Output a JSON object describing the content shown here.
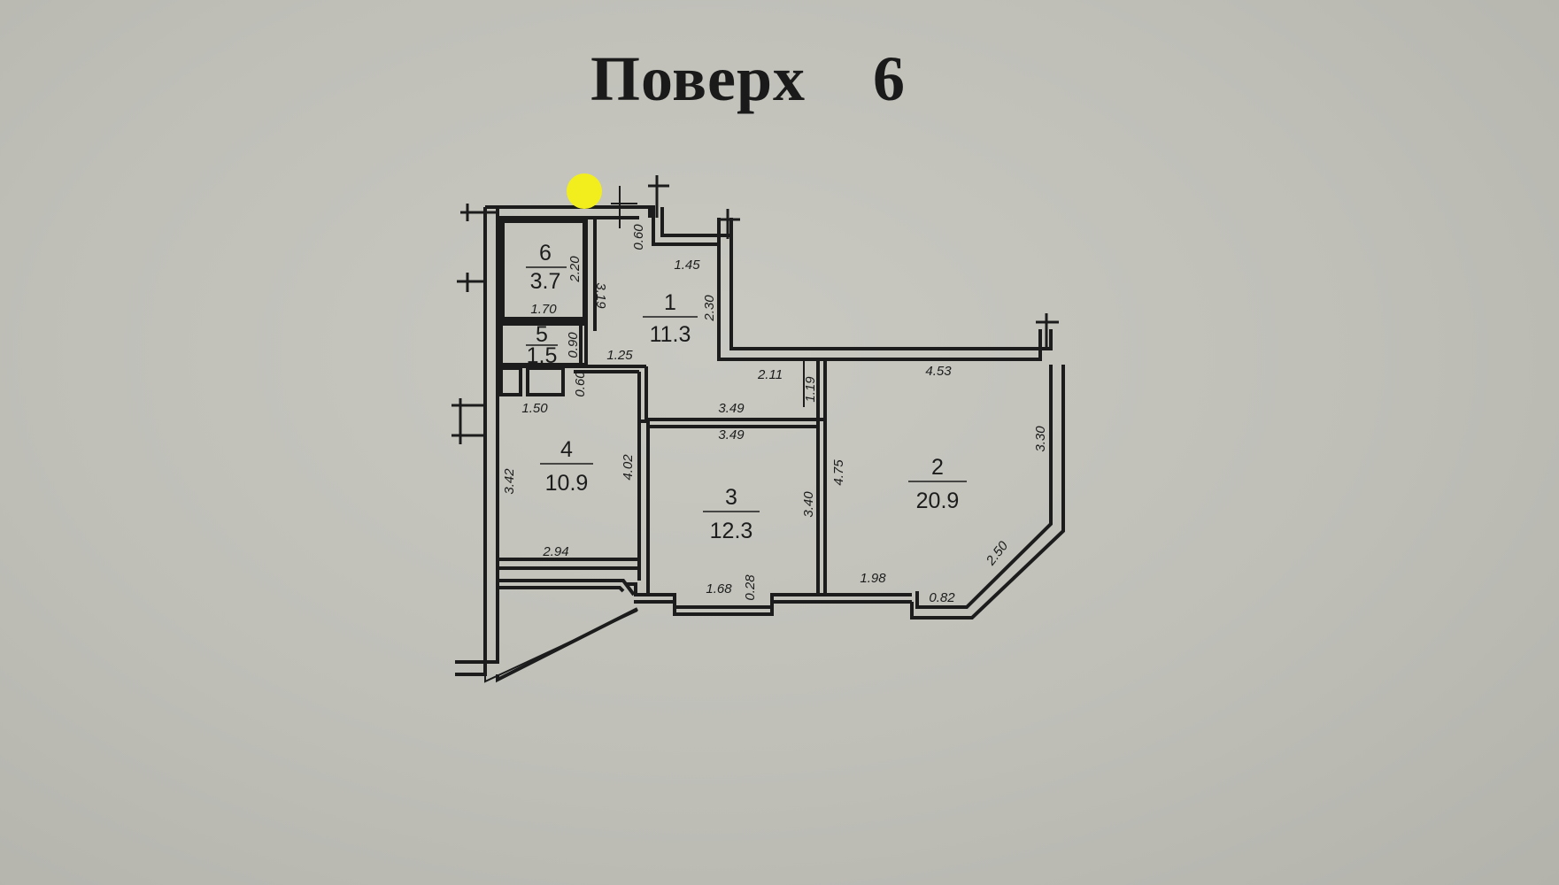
{
  "title": "Поверх    6",
  "rooms": [
    {
      "number": "1",
      "area": "11.3"
    },
    {
      "number": "2",
      "area": "20.9"
    },
    {
      "number": "3",
      "area": "12.3"
    },
    {
      "number": "4",
      "area": "10.9"
    },
    {
      "number": "5",
      "area": "1.5"
    },
    {
      "number": "6",
      "area": "3.7"
    }
  ],
  "dimensions": [
    "0.60",
    "1.45",
    "2.30",
    "2.20",
    "1.70",
    "3.19",
    "0.90",
    "1.25",
    "0.60",
    "1.50",
    "2.11",
    "1.19",
    "4.53",
    "3.49",
    "3.49",
    "3.30",
    "4.75",
    "3.42",
    "4.02",
    "3.40",
    "2.94",
    "1.68",
    "0.28",
    "1.98",
    "0.82",
    "2.50"
  ],
  "colors": {
    "background": "#c2c2bb",
    "ink": "#1c1c1c",
    "marker": "#f2ee1e"
  }
}
